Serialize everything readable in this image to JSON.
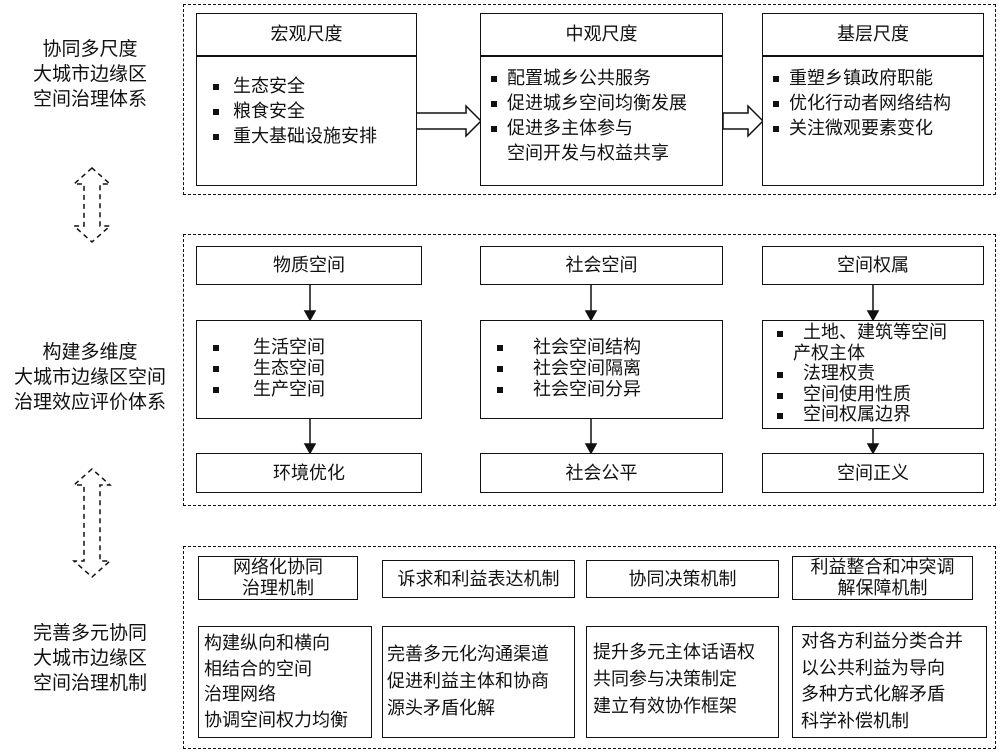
{
  "sections": [
    {
      "label": [
        "协同多尺度",
        "大城市边缘区",
        "空间治理体系"
      ]
    },
    {
      "label": [
        "构建多维度",
        "大城市边缘区空间",
        "治理效应评价体系"
      ]
    },
    {
      "label": [
        "完善多元协同",
        "大城市边缘区",
        "空间治理机制"
      ]
    }
  ],
  "scales": [
    {
      "title": "宏观尺度",
      "items": [
        "生态安全",
        "粮食安全",
        "重大基础设施安排"
      ]
    },
    {
      "title": "中观尺度",
      "items": [
        "配置城乡公共服务",
        "促进城乡空间均衡发展",
        "促进多主体参与",
        "空间开发与权益共享"
      ]
    },
    {
      "title": "基层尺度",
      "items": [
        "重塑乡镇政府职能",
        "优化行动者网络结构",
        "关注微观要素变化"
      ]
    }
  ],
  "dimensions": [
    {
      "title": "物质空间",
      "items": [
        "生活空间",
        "生态空间",
        "生产空间"
      ],
      "result": "环境优化"
    },
    {
      "title": "社会空间",
      "items": [
        "社会空间结构",
        "社会空间隔离",
        "社会空间分异"
      ],
      "result": "社会公平"
    },
    {
      "title": "空间权属",
      "items": [
        "土地、建筑等空间",
        "产权主体",
        "法理权责",
        "空间使用性质",
        "空间权属边界"
      ],
      "result": "空间正义"
    }
  ],
  "mechanisms": [
    {
      "title": [
        "网络化协同",
        "治理机制"
      ],
      "lines": [
        "构建纵向和横向",
        "相结合的空间",
        "治理网络",
        "协调空间权力均衡"
      ]
    },
    {
      "title": [
        "诉求和利益表达机制"
      ],
      "lines": [
        "完善多元化沟通渠道",
        "促进利益主体和协商",
        "源头矛盾化解"
      ]
    },
    {
      "title": [
        "协同决策机制"
      ],
      "lines": [
        "提升多元主体话语权",
        "共同参与决策制定",
        "建立有效协作框架"
      ]
    },
    {
      "title": [
        "利益整合和冲突调",
        "解保障机制"
      ],
      "lines": [
        "对各方利益分类合并",
        "以公共利益为导向",
        "多种方式化解矛盾",
        "科学补偿机制"
      ]
    }
  ]
}
